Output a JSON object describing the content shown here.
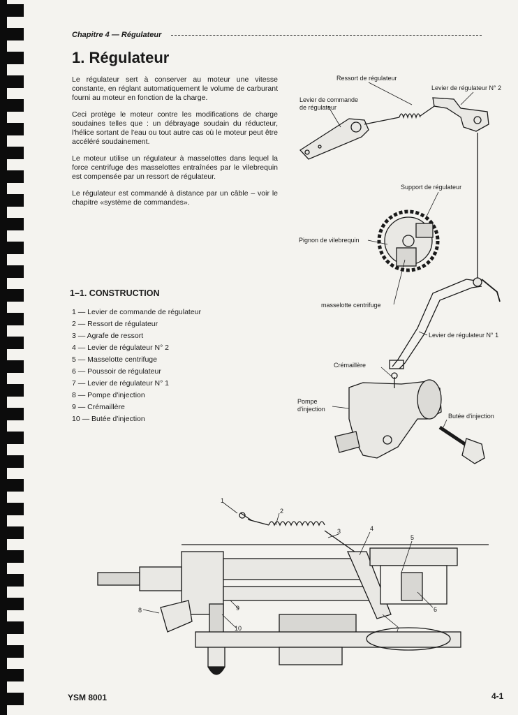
{
  "header": {
    "chapter": "Chapitre 4 — Régulateur"
  },
  "title": "1. Régulateur",
  "intro": [
    "Le régulateur sert à conserver au moteur une vitesse constante, en réglant automatiquement le volume de carburant fourni au moteur en fonction de la charge.",
    "Ceci protège le moteur contre les modifications de charge soudaines telles que : un débrayage soudain du réducteur, l'hélice sortant de l'eau ou tout autre cas où le moteur peut être accéléré soudainement.",
    "Le moteur utilise un régulateur à masselottes dans lequel la force centrifuge des masselottes entraînées par le vilebrequin est compensée par un ressort de régulateur.",
    "Le régulateur est commandé à distance par un câble – voir le chapitre «système de commandes»."
  ],
  "section": {
    "title": "1–1. CONSTRUCTION"
  },
  "parts": [
    "1 — Levier de commande de régulateur",
    "2 — Ressort de régulateur",
    "3 — Agrafe de ressort",
    "4 — Levier de régulateur N° 2",
    "5 — Masselotte centrifuge",
    "6 — Poussoir de régulateur",
    "7 — Levier de régulateur N° 1",
    "8 — Pompe d'injection",
    "9 — Crémaillère",
    "10 — Butée d'injection"
  ],
  "diagram_labels": {
    "ressort": "Ressort de régulateur",
    "levier2": "Levier de régulateur N° 2",
    "levier_cmd": "Levier de commande\nde régulateur",
    "support": "Support de régulateur",
    "pignon": "Pignon de vilebrequin",
    "masselotte": "masselotte centrifuge",
    "levier1": "Levier de régulateur N° 1",
    "cremaillere": "Crémaillère",
    "pompe": "Pompe\nd'injection",
    "butee": "Butée d'injection"
  },
  "callouts": [
    "1",
    "2",
    "3",
    "4",
    "5",
    "6",
    "7",
    "8",
    "9",
    "10"
  ],
  "footer": {
    "left": "YSM 8001",
    "right": "4-1"
  }
}
